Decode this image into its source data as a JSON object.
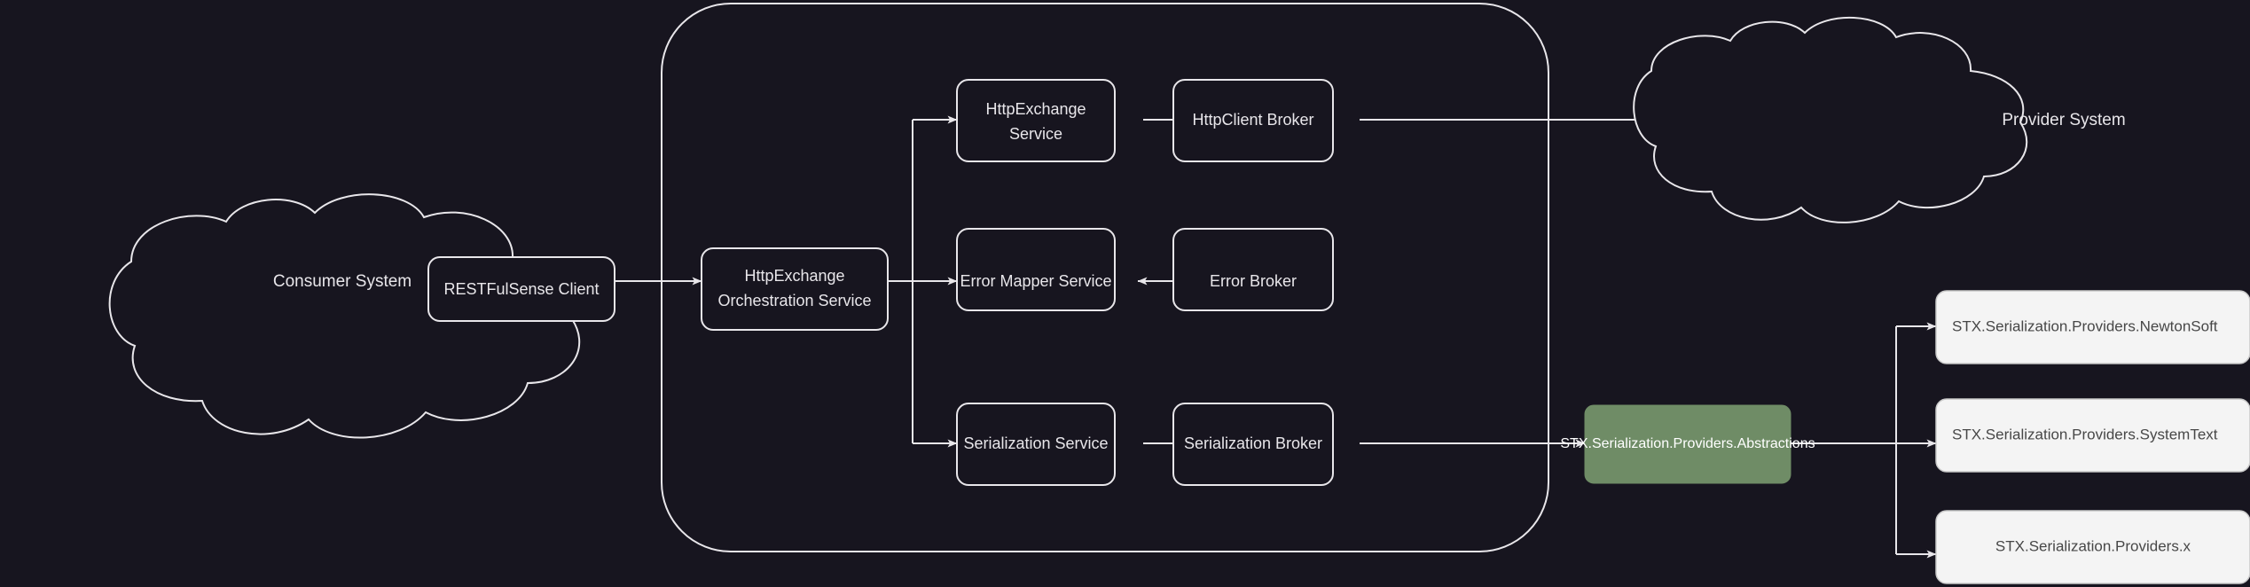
{
  "diagram": {
    "title": "RESTFulSense / STX Serialization Providers architecture",
    "background_color": "#17151f",
    "stroke_color": "#e8e6ea",
    "accent_green": "#6f8c66",
    "light_box_fill": "#f4f4f4",
    "light_box_text_color": "#474747"
  },
  "nodes": {
    "consumer_system": {
      "label": "Consumer System",
      "shape": "cloud"
    },
    "restfulsense_client": {
      "label": "RESTFulSense Client",
      "shape": "rounded-rect"
    },
    "orchestration_service": {
      "label": "HttpExchange Orchestration Service",
      "line1": "HttpExchange",
      "line2": "Orchestration Service",
      "shape": "rounded-rect"
    },
    "httpexchange_service": {
      "label": "HttpExchange Service",
      "line1": "HttpExchange",
      "line2": "Service",
      "shape": "rounded-rect"
    },
    "httpclient_broker": {
      "label": "HttpClient Broker",
      "shape": "rounded-rect"
    },
    "error_mapper_service": {
      "label": "Error Mapper Service",
      "shape": "rounded-rect"
    },
    "error_broker": {
      "label": "Error Broker",
      "shape": "rounded-rect"
    },
    "serialization_service": {
      "label": "Serialization Service",
      "shape": "rounded-rect"
    },
    "serialization_broker": {
      "label": "Serialization Broker",
      "shape": "rounded-rect"
    },
    "provider_system": {
      "label": "Provider System",
      "shape": "cloud"
    },
    "providers_abstractions": {
      "label": "STX.Serialization.Providers.Abstractions",
      "shape": "rounded-rect",
      "fill": "#6f8c66"
    },
    "providers_newtonsoft": {
      "label": "STX.Serialization.Providers.NewtonSoft",
      "shape": "rounded-rect",
      "fill": "#f4f4f4"
    },
    "providers_systemtext": {
      "label": "STX.Serialization.Providers.SystemText",
      "shape": "rounded-rect",
      "fill": "#f4f4f4"
    },
    "providers_x": {
      "label": "STX.Serialization.Providers.x",
      "shape": "rounded-rect",
      "fill": "#f4f4f4"
    }
  },
  "edges": [
    {
      "from": "consumer_system",
      "to": "restfulsense_client",
      "direction": "forward"
    },
    {
      "from": "restfulsense_client",
      "to": "orchestration_service",
      "direction": "forward"
    },
    {
      "from": "orchestration_service",
      "to": "httpexchange_service",
      "direction": "forward"
    },
    {
      "from": "orchestration_service",
      "to": "error_mapper_service",
      "direction": "forward"
    },
    {
      "from": "orchestration_service",
      "to": "serialization_service",
      "direction": "forward"
    },
    {
      "from": "httpexchange_service",
      "to": "httpclient_broker",
      "direction": "forward"
    },
    {
      "from": "error_mapper_service",
      "to": "error_broker",
      "direction": "bidirectional"
    },
    {
      "from": "serialization_service",
      "to": "serialization_broker",
      "direction": "forward"
    },
    {
      "from": "httpclient_broker",
      "to": "provider_system",
      "direction": "forward"
    },
    {
      "from": "serialization_broker",
      "to": "providers_abstractions",
      "direction": "forward"
    },
    {
      "from": "providers_abstractions",
      "to": "providers_newtonsoft",
      "direction": "forward"
    },
    {
      "from": "providers_abstractions",
      "to": "providers_systemtext",
      "direction": "forward"
    },
    {
      "from": "providers_abstractions",
      "to": "providers_x",
      "direction": "forward"
    }
  ],
  "groups": {
    "core_boundary": {
      "label": "",
      "shape": "rounded-rect-outline"
    }
  }
}
